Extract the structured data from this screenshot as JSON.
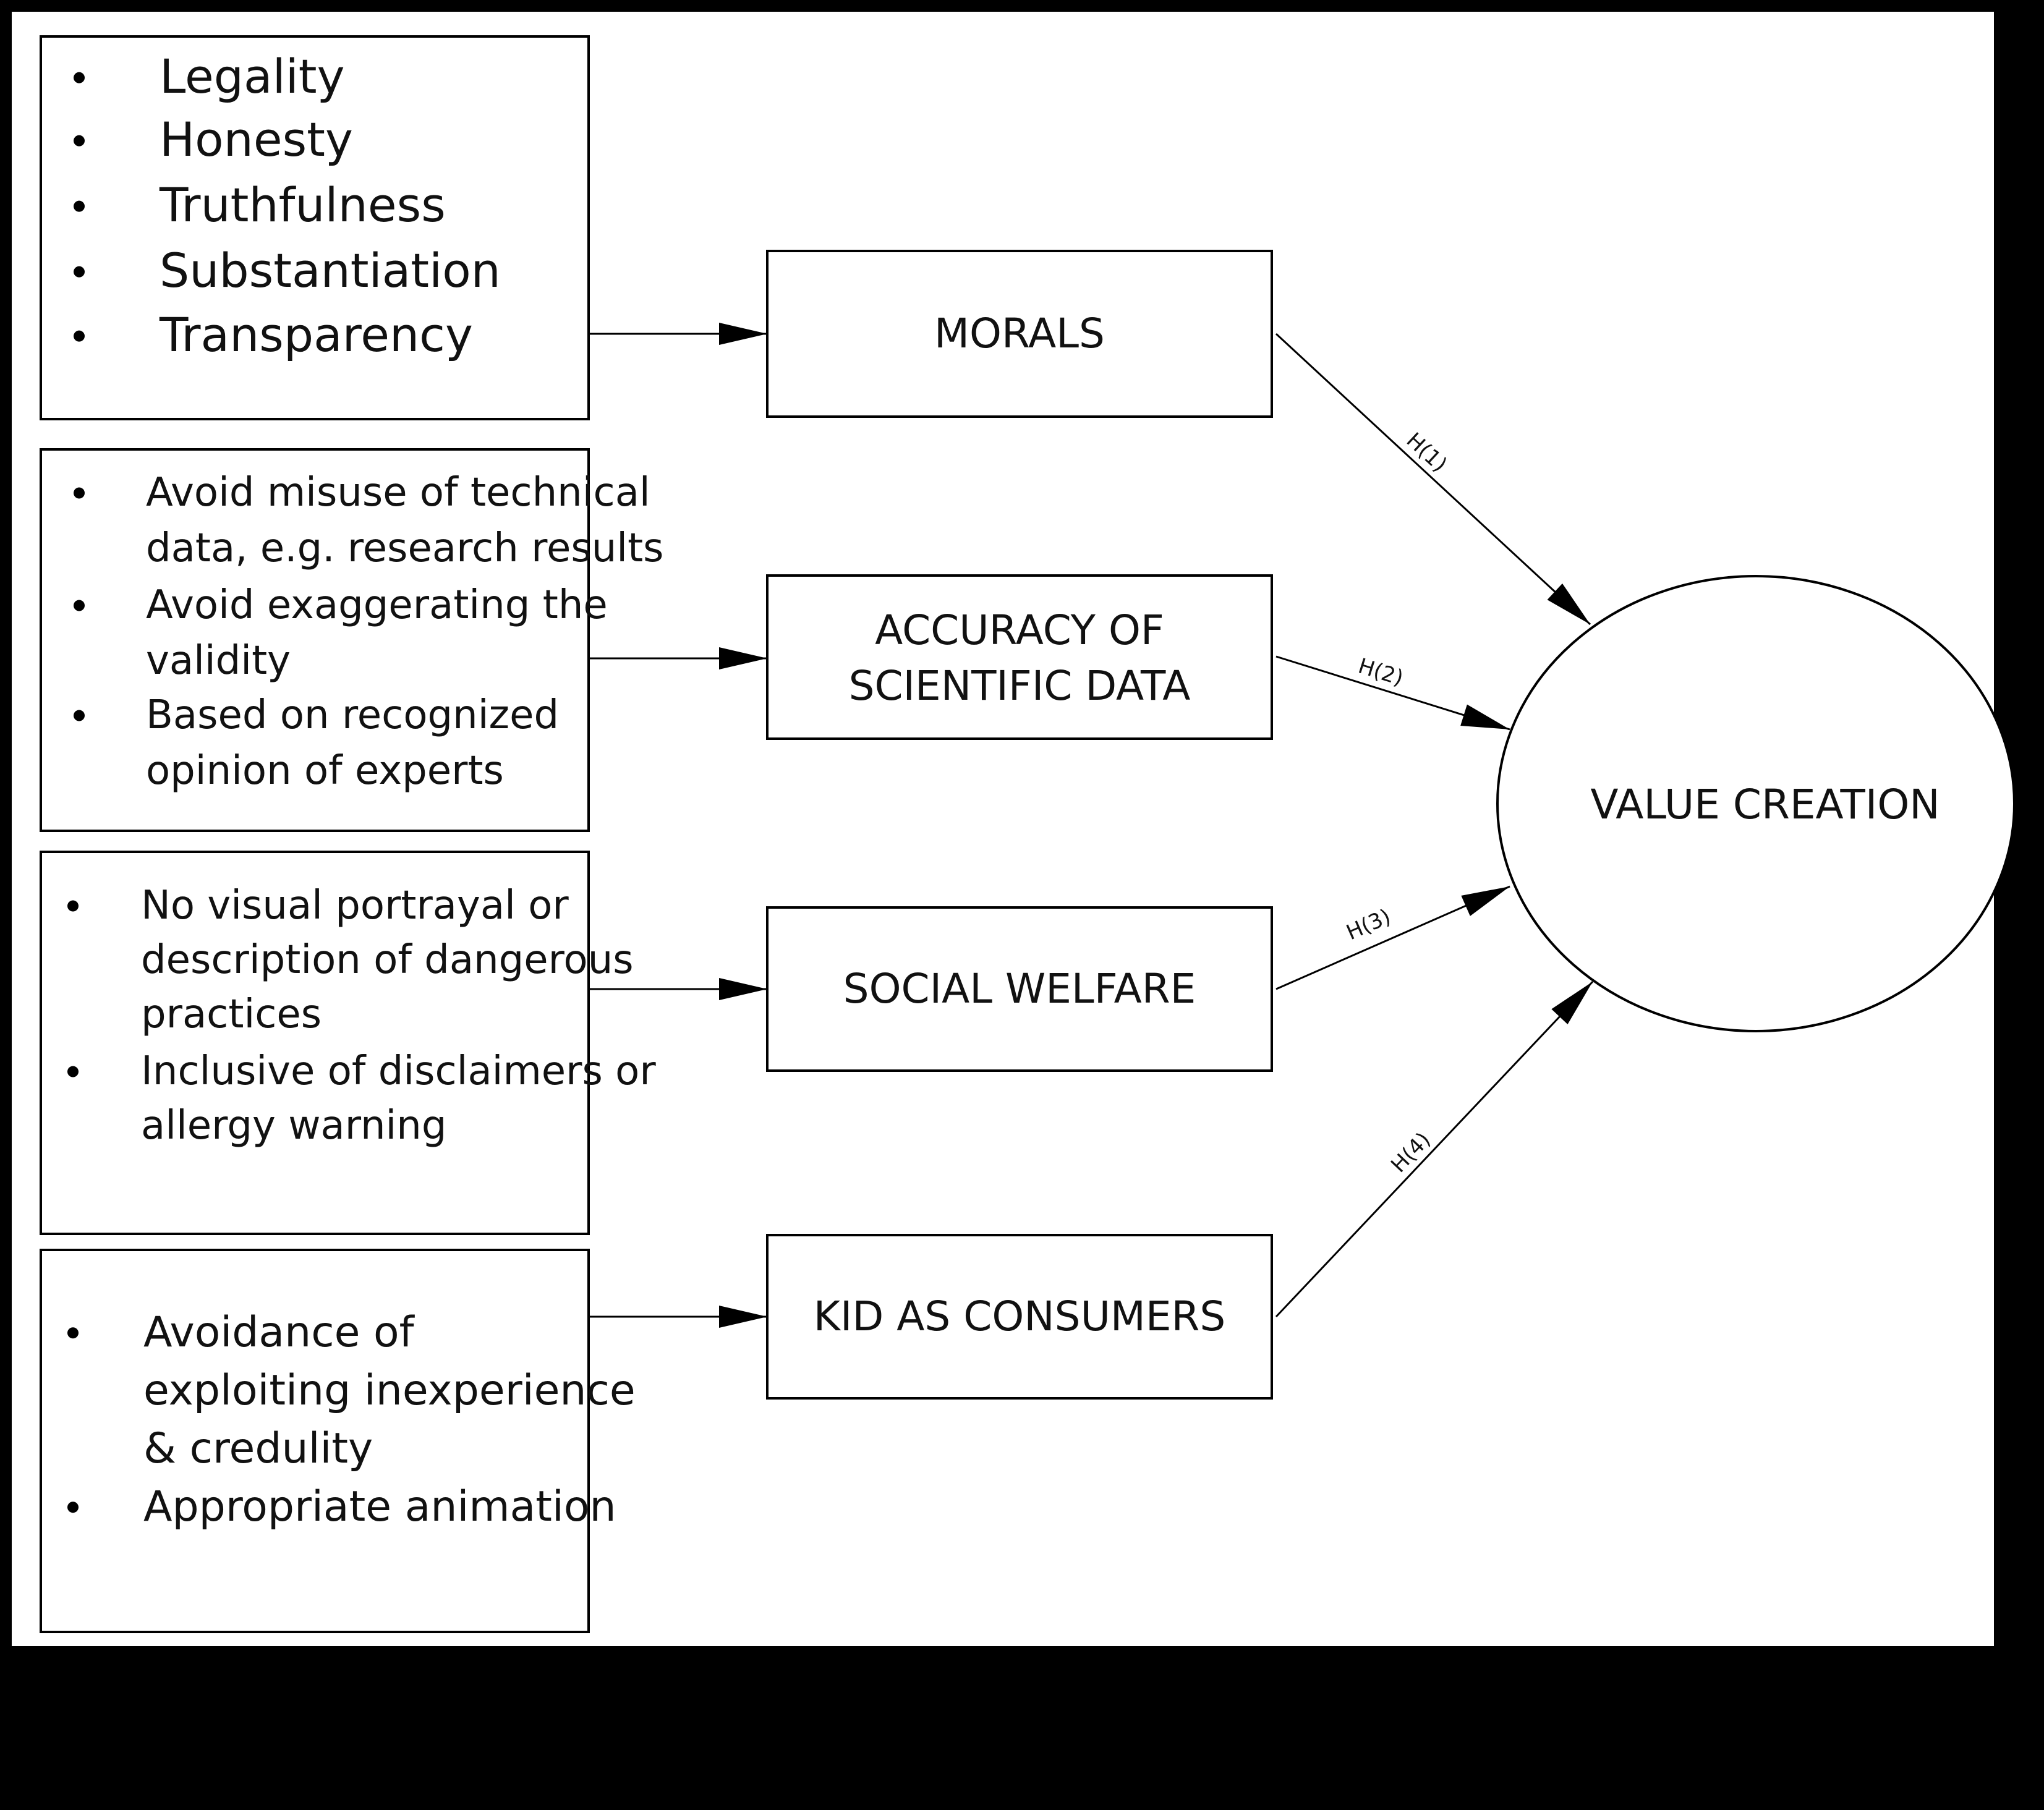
{
  "diagram": {
    "left_boxes": [
      {
        "items": [
          {
            "lines": [
              "Legality"
            ]
          },
          {
            "lines": [
              "Honesty"
            ]
          },
          {
            "lines": [
              "Truthfulness"
            ]
          },
          {
            "lines": [
              "Substantiation"
            ]
          },
          {
            "lines": [
              "Transparency"
            ]
          }
        ]
      },
      {
        "items": [
          {
            "lines": [
              "Avoid misuse of technical",
              "data, e.g. research results"
            ]
          },
          {
            "lines": [
              "Avoid exaggerating the",
              "validity"
            ]
          },
          {
            "lines": [
              "Based on recognized",
              "opinion of experts"
            ]
          }
        ]
      },
      {
        "items": [
          {
            "lines": [
              "No visual portrayal or",
              "description of dangerous",
              "practices"
            ]
          },
          {
            "lines": [
              "Inclusive of disclaimers or",
              "allergy warning"
            ]
          }
        ]
      },
      {
        "items": [
          {
            "lines": [
              "Avoidance of",
              "exploiting inexperience",
              "& credulity"
            ]
          },
          {
            "lines": [
              "Appropriate animation"
            ]
          }
        ]
      }
    ],
    "constructs": [
      {
        "lines": [
          "MORALS"
        ]
      },
      {
        "lines": [
          "ACCURACY OF",
          "SCIENTIFIC DATA"
        ]
      },
      {
        "lines": [
          "SOCIAL WELFARE"
        ]
      },
      {
        "lines": [
          "KID AS CONSUMERS"
        ]
      }
    ],
    "outcome": "VALUE CREATION",
    "hypotheses": [
      "H(1)",
      "H(2)",
      "H(3)",
      "H(4)"
    ]
  }
}
